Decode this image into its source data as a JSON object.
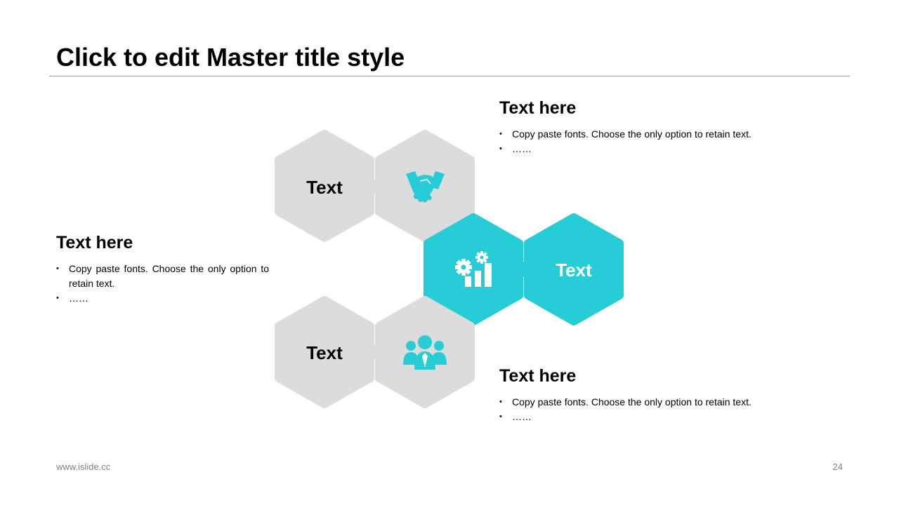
{
  "slide": {
    "title": "Click to edit Master title style",
    "footer_url": "www.islide.cc",
    "page_number": "24"
  },
  "blocks": {
    "top": {
      "heading": "Text here",
      "bullets": [
        "Copy paste fonts. Choose the only option to retain text.",
        "……"
      ]
    },
    "left": {
      "heading": "Text here",
      "bullets": [
        "Copy paste fonts. Choose the only option to retain text.",
        "……"
      ]
    },
    "bottom": {
      "heading": "Text here",
      "bullets": [
        "Copy paste fonts. Choose the only option to retain text.",
        "……"
      ]
    }
  },
  "hexes": {
    "top_label": "Text",
    "middle_label": "Text",
    "bottom_label": "Text",
    "top_icon": "handshake-icon",
    "middle_icon": "gears-chart-icon",
    "bottom_icon": "team-icon"
  },
  "colors": {
    "accent": "#26CDD6",
    "hex_gray": "#DCDCDC",
    "footer_text": "#808080"
  }
}
